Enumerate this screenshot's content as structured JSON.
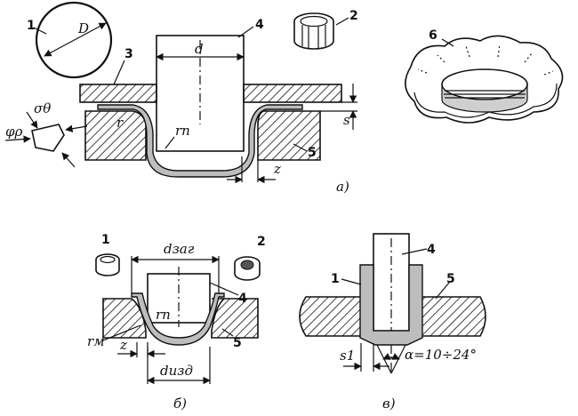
{
  "diagram": {
    "panel_a": {
      "caption": "а)",
      "labels": {
        "n1": "1",
        "n2": "2",
        "n3": "3",
        "n4": "4",
        "n5": "5",
        "n6": "6",
        "D": "D",
        "d": "d",
        "r": "r",
        "rp": "rп",
        "s": "s",
        "z": "z",
        "sigma": "σθ",
        "phi": "φρ"
      }
    },
    "panel_b": {
      "caption": "б)",
      "labels": {
        "n1": "1",
        "n2": "2",
        "n4": "4",
        "n5": "5",
        "d_zag": "dзаг",
        "d_izd": "dизд",
        "rm": "rм",
        "rp": "rп",
        "z": "z"
      }
    },
    "panel_v": {
      "caption": "в)",
      "labels": {
        "n1": "1",
        "n4": "4",
        "n5": "5",
        "s1": "s1",
        "angle": "α=10÷24°"
      }
    }
  }
}
